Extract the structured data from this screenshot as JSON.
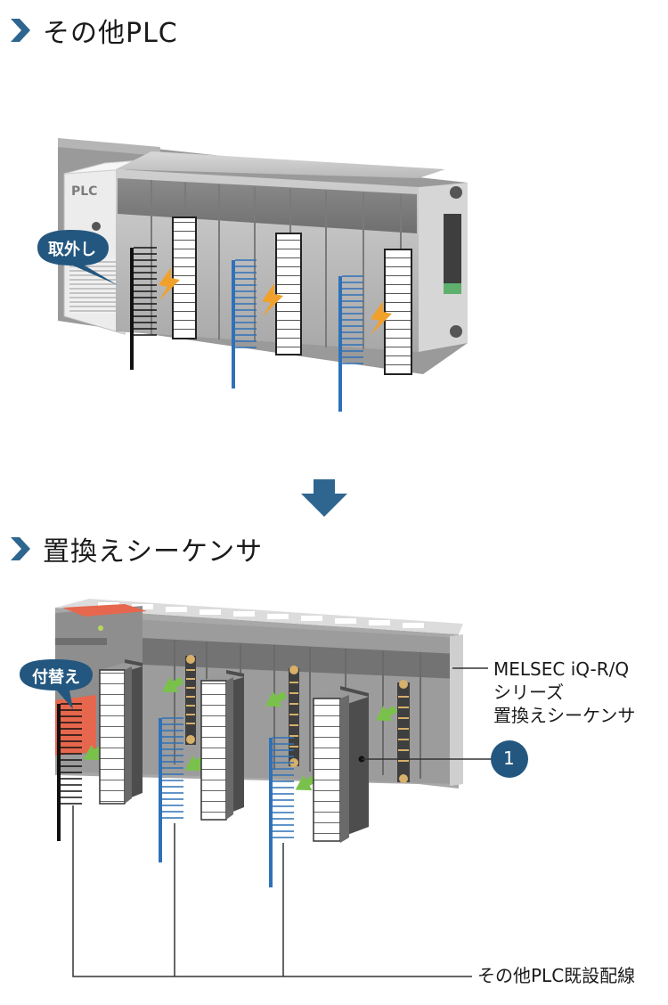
{
  "section1": {
    "title": "その他PLC"
  },
  "section2": {
    "title": "置換えシーケンサ"
  },
  "plc_top": {
    "badge": "PLC",
    "callout": "取外し"
  },
  "plc_bottom": {
    "callout": "付替え",
    "product_label_lines": [
      "MELSEC iQ-R/Q",
      "シリーズ",
      "置換えシーケンサ"
    ],
    "marker_number": "1",
    "wiring_label": "その他PLC既設配線"
  },
  "colors": {
    "title_chevron": "#2e6690",
    "arrow_down": "#2e6690",
    "callout_bg": "#23577f",
    "wire_blue": "#2f71b7",
    "wire_black": "#111111",
    "orange_arrow": "#f0a12c",
    "green_arrow": "#79c14b",
    "red_cover": "#e6674d"
  }
}
